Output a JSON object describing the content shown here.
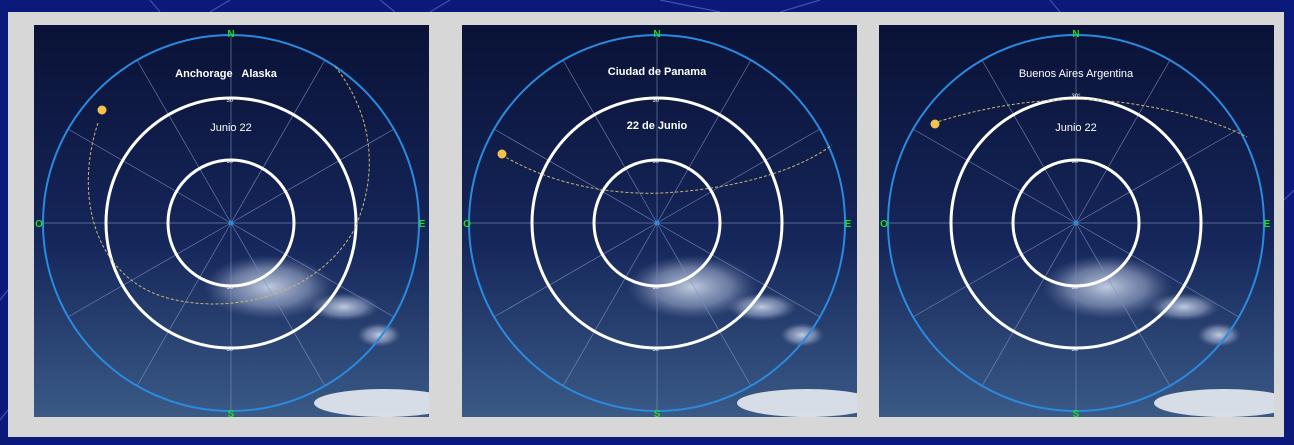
{
  "colors": {
    "page_background": "#0b1a7a",
    "frame": "#d7d7d7",
    "sky_top": "#0a1236",
    "sky_bottom": "#3a5a86",
    "horizon_ring": "#2a8ae0",
    "altitude_rings": "#ffffff",
    "cardinal_labels": "#22dd22",
    "sun_path": "#c8b870",
    "sun": "#f2c24a"
  },
  "cardinals": {
    "north": "N",
    "west": "O",
    "east": "E",
    "south": "S"
  },
  "ring_labels": [
    "30°",
    "60°"
  ],
  "panels": [
    {
      "location": "Anchorage   Alaska",
      "date": "Junio 22"
    },
    {
      "location": "Ciudad de Panama",
      "date": "22 de Junio"
    },
    {
      "location": "Buenos Aires Argentina",
      "date": "Junio 22"
    }
  ]
}
